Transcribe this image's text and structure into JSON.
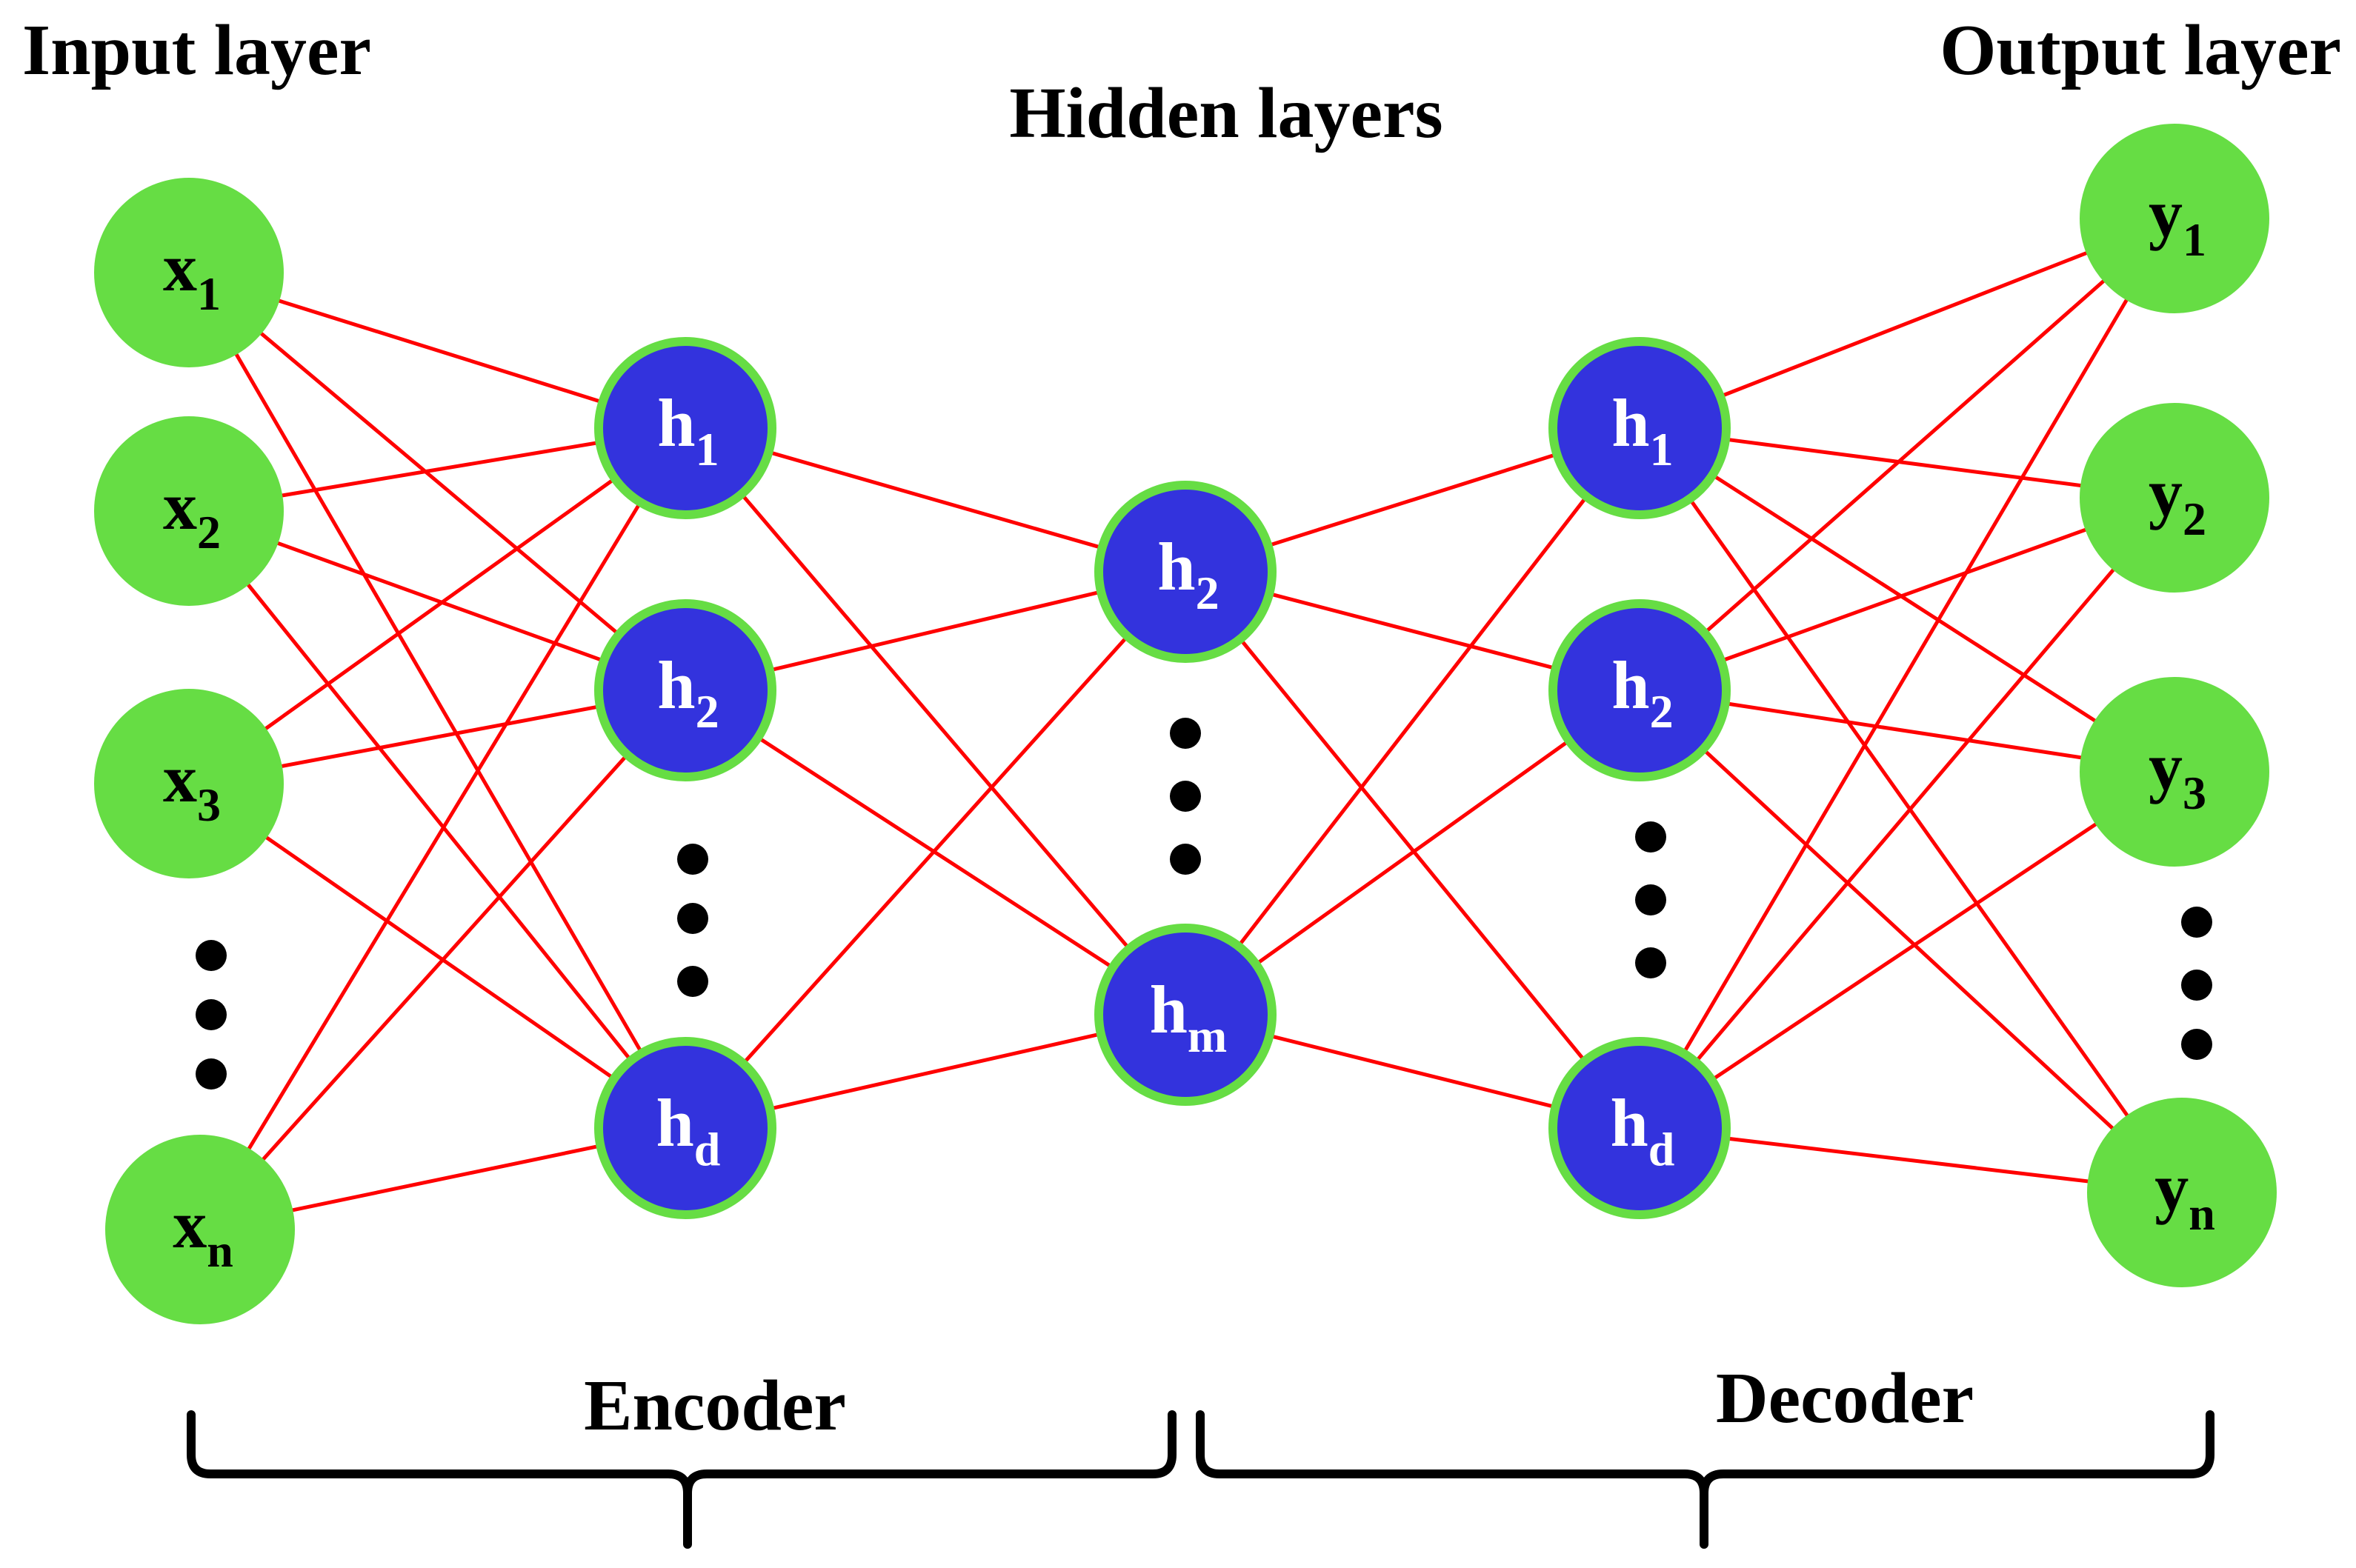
{
  "labels": {
    "input_layer": "Input layer",
    "hidden_layers": "Hidden layers",
    "output_layer": "Output layer",
    "encoder": "Encoder",
    "decoder": "Decoder"
  },
  "colors": {
    "input_output_fill": "#66dd44",
    "hidden_fill": "#3333dd",
    "hidden_stroke": "#66dd44",
    "edge": "#ff0000",
    "input_output_text": "#000000",
    "hidden_text": "#ffffff",
    "brace": "#000000"
  },
  "nodes": {
    "input": [
      {
        "base": "x",
        "sub": "1"
      },
      {
        "base": "x",
        "sub": "2"
      },
      {
        "base": "x",
        "sub": "3"
      },
      {
        "base": "x",
        "sub": "n"
      }
    ],
    "encoder_hidden": [
      {
        "base": "h",
        "sub": "1"
      },
      {
        "base": "h",
        "sub": "2"
      },
      {
        "base": "h",
        "sub": "d"
      }
    ],
    "bottleneck": [
      {
        "base": "h",
        "sub": "2"
      },
      {
        "base": "h",
        "sub": "m"
      }
    ],
    "decoder_hidden": [
      {
        "base": "h",
        "sub": "1"
      },
      {
        "base": "h",
        "sub": "2"
      },
      {
        "base": "h",
        "sub": "d"
      }
    ],
    "output": [
      {
        "base": "y",
        "sub": "1"
      },
      {
        "base": "y",
        "sub": "2"
      },
      {
        "base": "y",
        "sub": "3"
      },
      {
        "base": "y",
        "sub": "n"
      }
    ]
  }
}
